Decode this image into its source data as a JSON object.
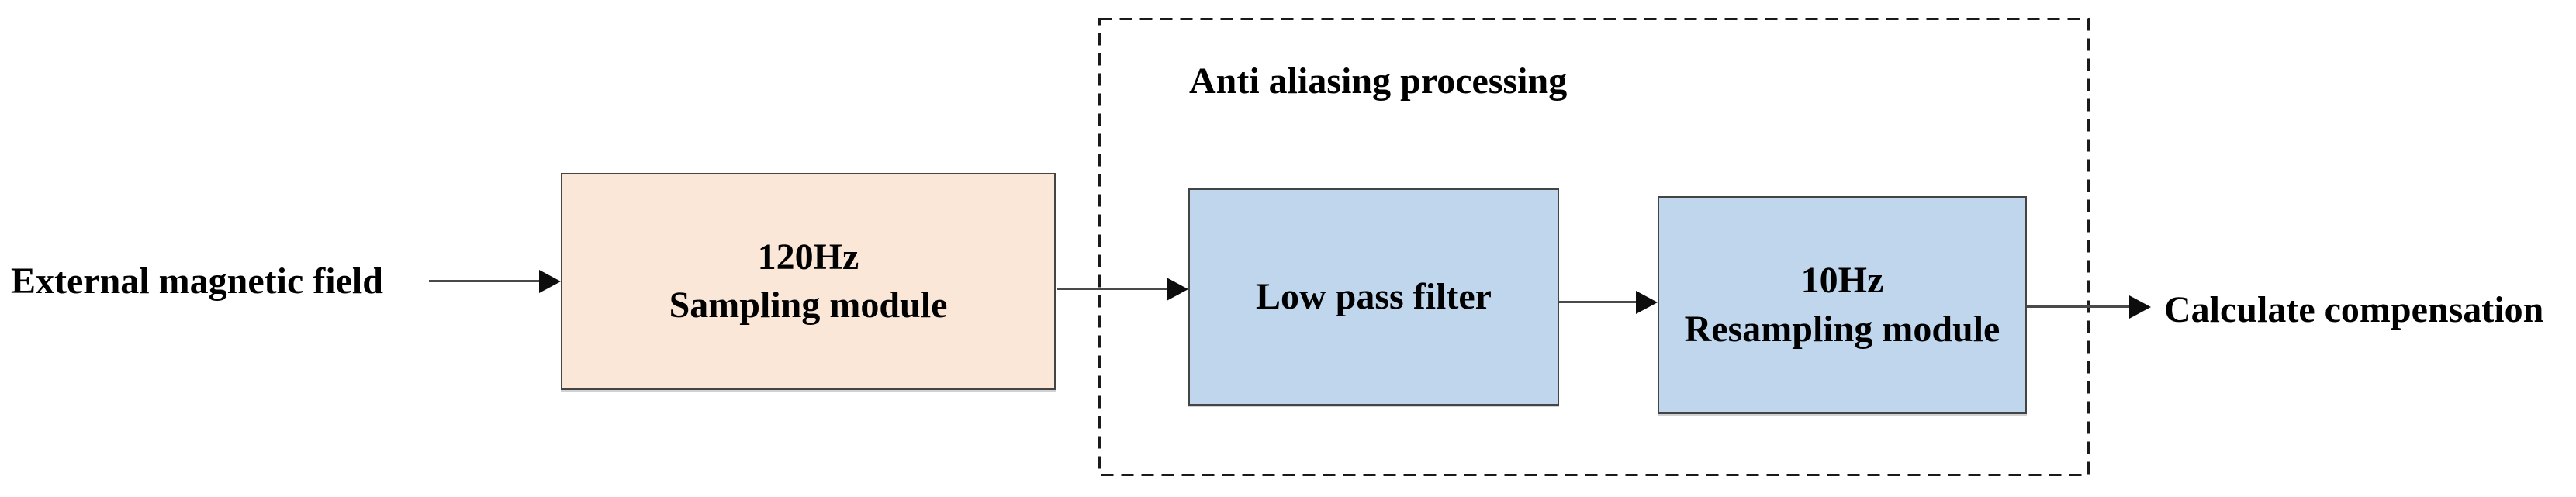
{
  "diagram": {
    "input_label": "External magnetic field",
    "group_label": "Anti aliasing processing",
    "nodes": {
      "sampling": {
        "line1": "120Hz",
        "line2": "Sampling module"
      },
      "low_pass": {
        "label": "Low pass filter"
      },
      "resampling": {
        "line1": "10Hz",
        "line2": "Resampling module"
      }
    },
    "output_label": "Calculate compensation",
    "colors": {
      "sampling_fill": "#fbe7d8",
      "filter_fill": "#bfd6ec",
      "box_border": "#444444",
      "arrow": "#4a4a4a",
      "arrowhead": "#0d0d0d",
      "dashed_border": "#1a1a1a",
      "text": "#000000"
    }
  }
}
